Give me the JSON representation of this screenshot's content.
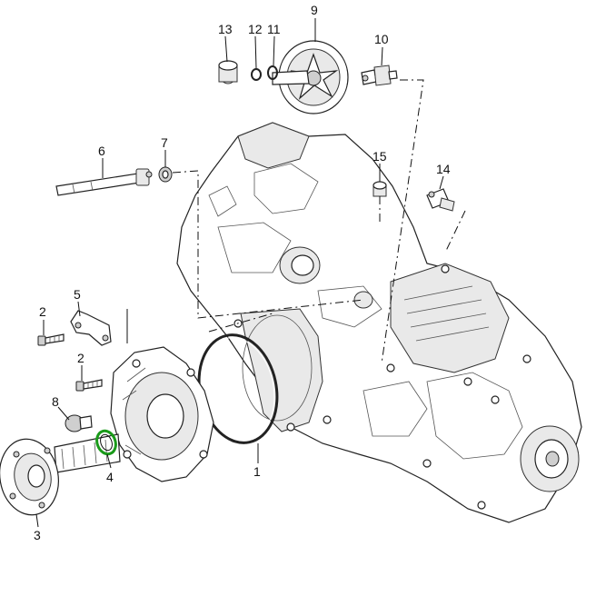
{
  "diagram": {
    "labels": {
      "p1": "1",
      "p2a": "2",
      "p2b": "2",
      "p3": "3",
      "p4": "4",
      "p5": "5",
      "p6": "6",
      "p7": "7",
      "p8": "8",
      "p9": "9",
      "p10": "10",
      "p11": "11",
      "p12": "12",
      "p13": "13",
      "p14": "14",
      "p15": "15"
    },
    "highlight_color": "#1a9a1a",
    "highlighted_part": "4"
  }
}
